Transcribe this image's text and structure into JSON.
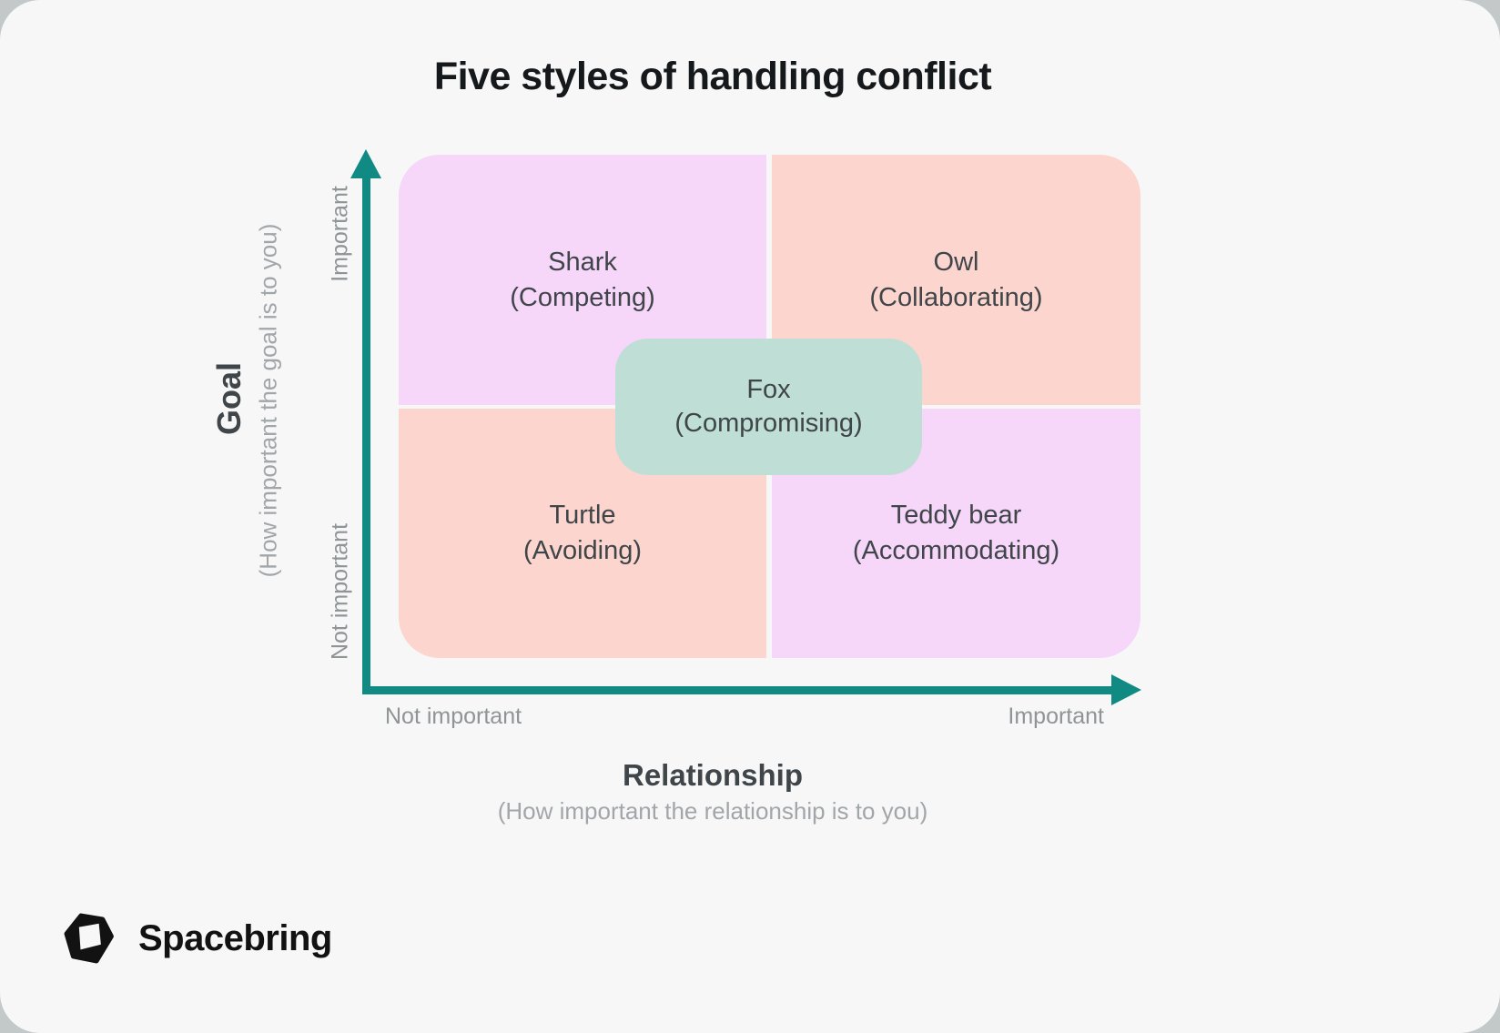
{
  "title": "Five styles of handling conflict",
  "colors": {
    "card_background": "#F7F7F7",
    "outer_background": "#C3C8C8",
    "lavender": "#F6D6F9",
    "salmon": "#FCD6CE",
    "sage": "#BFDED5",
    "axis_teal": "#108A82",
    "dark_text": "#3F4549",
    "gray_text": "#A2A6A9"
  },
  "matrix": {
    "quadrants": [
      {
        "position": "top-left",
        "animal": "Shark",
        "style": "(Competing)",
        "fill": "#F6D6F9"
      },
      {
        "position": "top-right",
        "animal": "Owl",
        "style": "(Collaborating)",
        "fill": "#FCD6CE"
      },
      {
        "position": "bottom-left",
        "animal": "Turtle",
        "style": "(Avoiding)",
        "fill": "#FCD6CE"
      },
      {
        "position": "bottom-right",
        "animal": "Teddy bear",
        "style": "(Accommodating)",
        "fill": "#F6D6F9"
      }
    ],
    "center": {
      "animal": "Fox",
      "style": "(Compromising)",
      "fill": "#BFDED5"
    }
  },
  "y_axis": {
    "label": "Goal",
    "sublabel": "(How important the goal is to you)",
    "top_tick": "Important",
    "bottom_tick": "Not important"
  },
  "x_axis": {
    "label": "Relationship",
    "sublabel": "(How important the relationship is to you)",
    "left_tick": "Not important",
    "right_tick": "Important"
  },
  "footer": {
    "brand": "Spacebring"
  }
}
